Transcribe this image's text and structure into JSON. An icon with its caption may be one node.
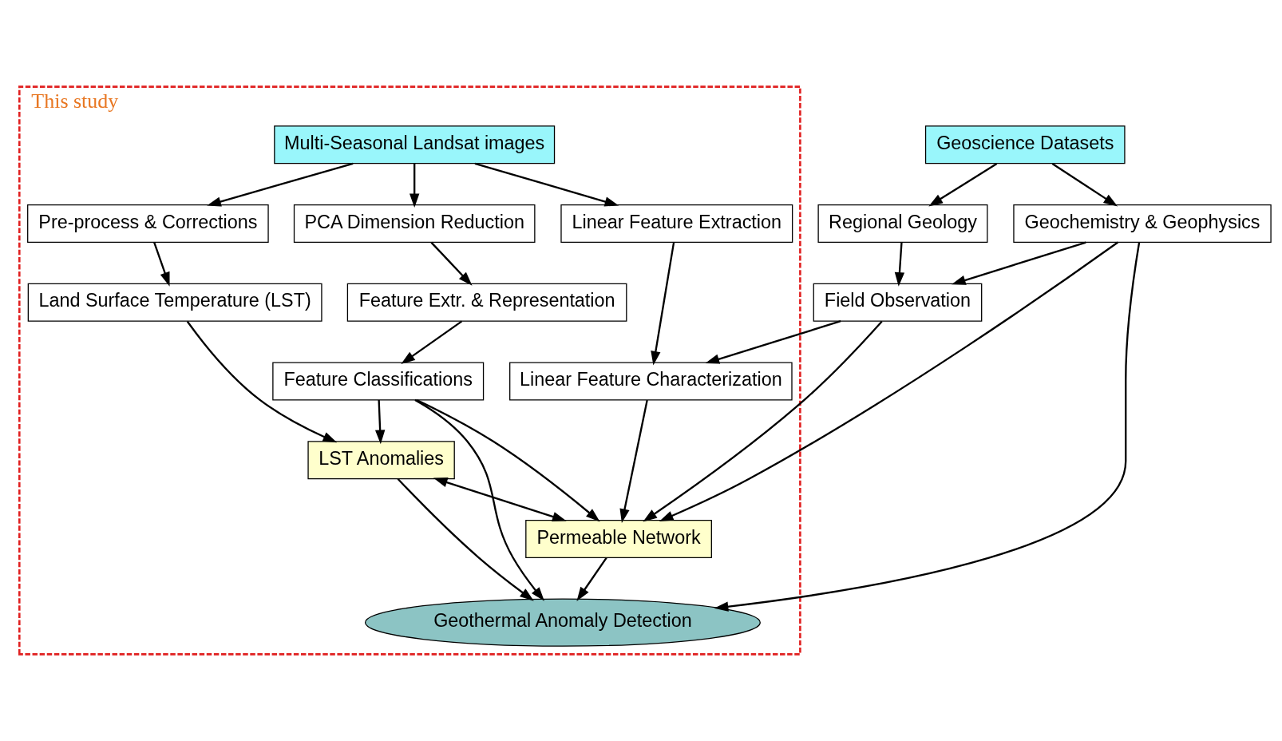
{
  "diagram": {
    "nodes": [
      {
        "text": [
          "This study"
        ]
      },
      {
        "text": [
          "Multi-Seasonal Landsat images"
        ],
        "in": 0
      },
      {
        "text": [
          "Geoscience Datasets"
        ]
      },
      {
        "text": [
          "PCA Dimension Reduction"
        ],
        "in": 0
      },
      {
        "text": [
          "Pre-process & Corrections"
        ],
        "in": 0
      },
      {
        "text": [
          "Linear Feature Extraction"
        ],
        "in": 0
      },
      {
        "text": [
          "Regional Geology"
        ]
      },
      {
        "text": [
          "Geochemistry & Geophysics"
        ]
      },
      {
        "text": [
          "Feature Extr. & Representation"
        ],
        "in": 0
      },
      {
        "text": [
          "Land Surface Temperature (LST)"
        ],
        "in": 0
      },
      {
        "text": [
          "Linear Feature Characterization"
        ],
        "in": 0
      },
      {
        "text": [
          "Field Observation"
        ]
      },
      {
        "text": [
          "Feature Classifications"
        ],
        "in": 0
      },
      {
        "text": [
          "LST Anomalies"
        ],
        "in": 0
      },
      {
        "text": [
          "Permeable Network"
        ],
        "in": 0
      },
      {
        "text": [
          "Geothermal Anomaly Detection"
        ],
        "in": 0
      }
    ],
    "edges": [
      {
        "from": 1,
        "to": 3,
        "arrow": "to"
      },
      {
        "from": 1,
        "to": 4,
        "arrow": "to"
      },
      {
        "from": 1,
        "to": 5,
        "arrow": "to"
      },
      {
        "from": 2,
        "to": 6,
        "arrow": "to"
      },
      {
        "from": 2,
        "to": 7,
        "arrow": "to"
      },
      {
        "from": 3,
        "to": 8,
        "arrow": "to"
      },
      {
        "from": 4,
        "to": 9,
        "arrow": "to"
      },
      {
        "from": 5,
        "to": 10,
        "arrow": "to"
      },
      {
        "from": 6,
        "to": 11,
        "arrow": "to"
      },
      {
        "from": 7,
        "to": 11,
        "arrow": "to"
      },
      {
        "from": 11,
        "to": 10,
        "arrow": "to"
      },
      {
        "from": 8,
        "to": 12,
        "arrow": "to"
      },
      {
        "from": 9,
        "to": 13,
        "arrow": "to"
      },
      {
        "from": 10,
        "to": 14,
        "arrow": "to"
      },
      {
        "from": 12,
        "to": 14,
        "arrow": "to"
      },
      {
        "from": 12,
        "to": 13,
        "arrow": "to"
      },
      {
        "from": 13,
        "to": 14,
        "arrow": "both"
      },
      {
        "from": 11,
        "to": 14,
        "arrow": "to"
      },
      {
        "from": 7,
        "to": 14,
        "arrow": "to"
      },
      {
        "from": 12,
        "to": 15,
        "arrow": "to"
      },
      {
        "from": 13,
        "to": 15,
        "arrow": "to"
      },
      {
        "from": 14,
        "to": 15,
        "arrow": "to"
      },
      {
        "from": 7,
        "to": 15,
        "arrow": "to"
      }
    ]
  }
}
